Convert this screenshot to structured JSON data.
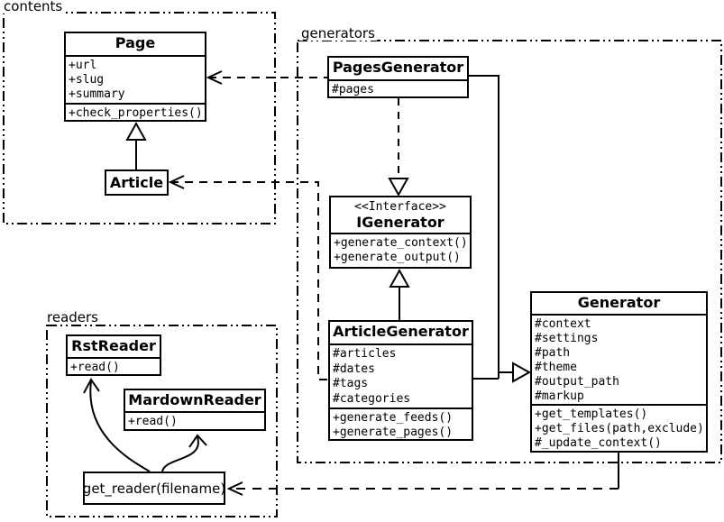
{
  "packages": {
    "contents": {
      "label": "contents"
    },
    "generators": {
      "label": "generators"
    },
    "readers": {
      "label": "readers"
    }
  },
  "classes": {
    "page": {
      "title": "Page",
      "attributes": [
        "+url",
        "+slug",
        "+summary"
      ],
      "methods": [
        "+check_properties()"
      ]
    },
    "article": {
      "title": "Article"
    },
    "pages_generator": {
      "title": "PagesGenerator",
      "attributes": [
        "#pages"
      ]
    },
    "igenerator": {
      "stereotype": "<<Interface>>",
      "title": "IGenerator",
      "methods": [
        "+generate_context()",
        "+generate_output()"
      ]
    },
    "article_generator": {
      "title": "ArticleGenerator",
      "attributes": [
        "#articles",
        "#dates",
        "#tags",
        "#categories"
      ],
      "methods": [
        "+generate_feeds()",
        "+generate_pages()"
      ]
    },
    "generator": {
      "title": "Generator",
      "attributes": [
        "#context",
        "#settings",
        "#path",
        "#theme",
        "#output_path",
        "#markup"
      ],
      "methods": [
        "+get_templates()",
        "+get_files(path,exclude)",
        "#_update_context()"
      ]
    },
    "rst_reader": {
      "title": "RstReader",
      "methods": [
        "+read()"
      ]
    },
    "mardown_reader": {
      "title": "MardownReader",
      "methods": [
        "+read()"
      ]
    },
    "get_reader": {
      "label": "get_reader(filename)"
    }
  },
  "colors": {
    "stroke": "#000000",
    "background": "#ffffff"
  }
}
